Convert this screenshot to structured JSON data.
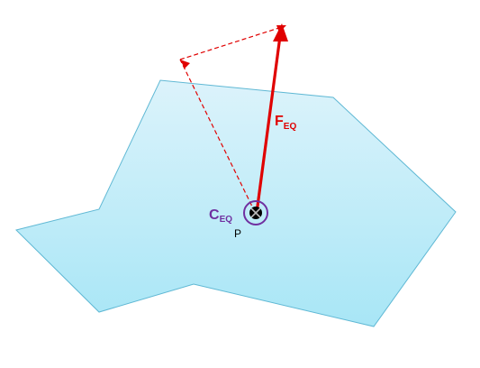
{
  "labels": {
    "force_main": "F",
    "force_sub": "EQ",
    "center_main": "C",
    "center_sub": "EQ",
    "point": "P"
  },
  "colors": {
    "background": "#ffffff",
    "plate_fill_top": "#dcf3fb",
    "plate_fill_bottom": "#a8e6f6",
    "plate_stroke": "#5fb8d4",
    "force": "#e00000",
    "center": "#7030a0",
    "point_label": "#000000"
  }
}
